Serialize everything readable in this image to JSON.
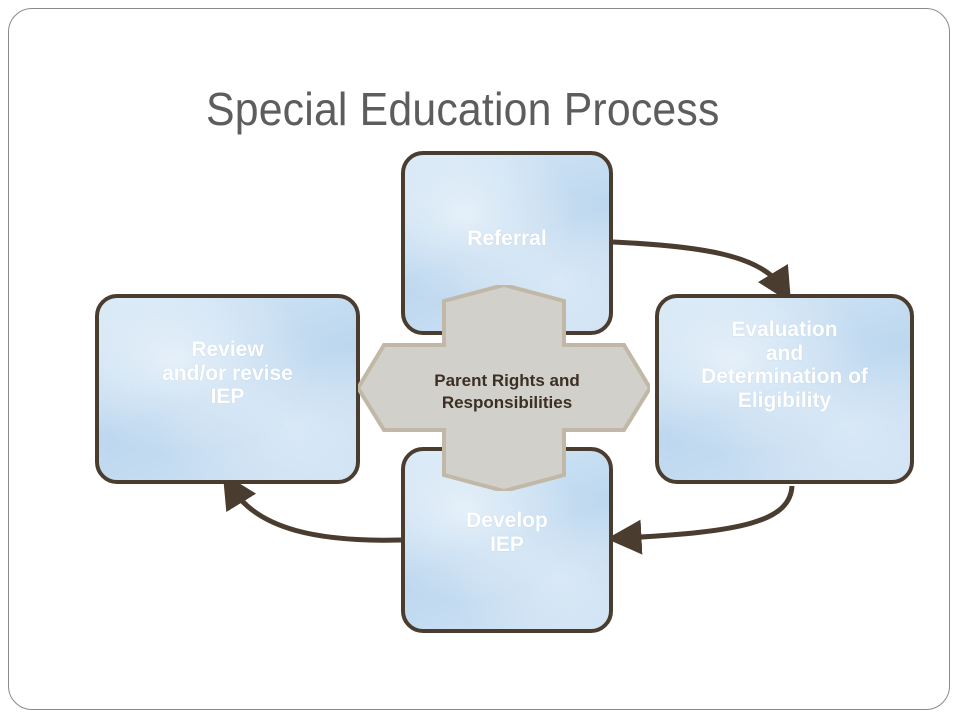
{
  "title": "Special Education Process",
  "steps": {
    "referral": {
      "lines": [
        "Referral"
      ]
    },
    "evaluation": {
      "lines": [
        "Evaluation",
        "and",
        "Determination of",
        "Eligibility"
      ]
    },
    "develop": {
      "lines": [
        "Develop",
        "IEP"
      ]
    },
    "review": {
      "lines": [
        "Review",
        "and/or revise",
        "IEP"
      ]
    }
  },
  "center": {
    "lines": [
      "Parent Rights and",
      "Responsibilities"
    ]
  },
  "colors": {
    "box_border": "#4a3d30",
    "box_fill": "#c6dcf1",
    "arrow": "#4a3d30",
    "center_fill": "#d4d2cd",
    "center_border": "#c4b9a6",
    "step_text": "#ffffff",
    "center_text": "#3c2f24",
    "title": "#5d5d5d"
  }
}
